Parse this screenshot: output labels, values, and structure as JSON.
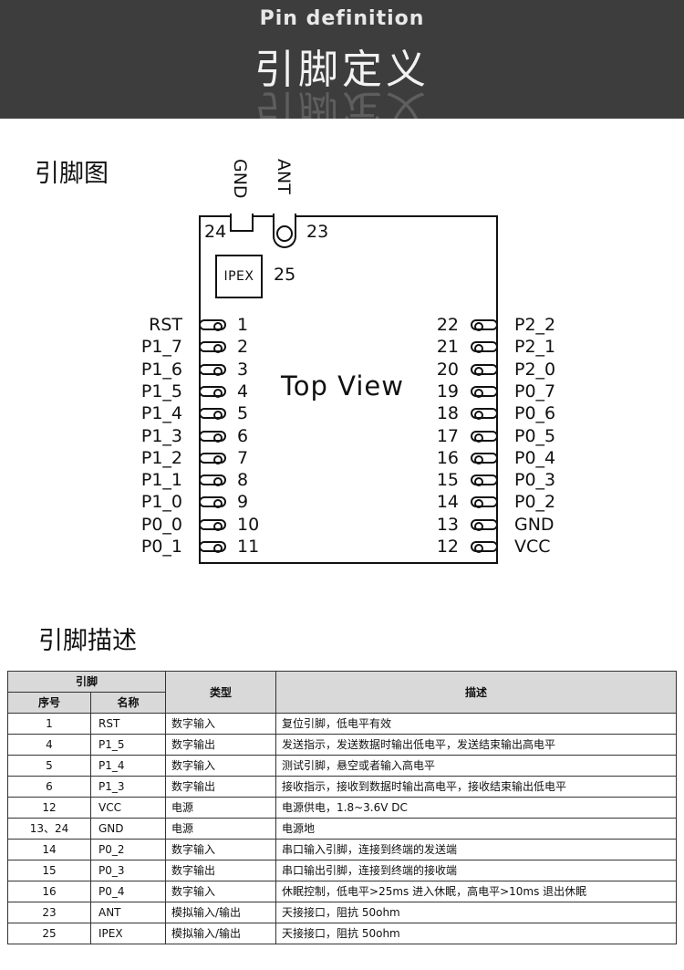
{
  "header": {
    "title_en": "Pin definition",
    "title_cn": "引脚定义"
  },
  "diagram": {
    "section_title": "引脚图",
    "center_label": "Top View",
    "ipex_box_label": "IPEX",
    "top_pins": [
      {
        "label": "GND",
        "number": "24"
      },
      {
        "label": "ANT",
        "number": "23"
      }
    ],
    "ipex_number": "25",
    "left_pins": [
      {
        "label": "RST",
        "number": "1"
      },
      {
        "label": "P1_7",
        "number": "2"
      },
      {
        "label": "P1_6",
        "number": "3"
      },
      {
        "label": "P1_5",
        "number": "4"
      },
      {
        "label": "P1_4",
        "number": "5"
      },
      {
        "label": "P1_3",
        "number": "6"
      },
      {
        "label": "P1_2",
        "number": "7"
      },
      {
        "label": "P1_1",
        "number": "8"
      },
      {
        "label": "P1_0",
        "number": "9"
      },
      {
        "label": "P0_0",
        "number": "10"
      },
      {
        "label": "P0_1",
        "number": "11"
      }
    ],
    "right_pins": [
      {
        "label": "P2_2",
        "number": "22"
      },
      {
        "label": "P2_1",
        "number": "21"
      },
      {
        "label": "P2_0",
        "number": "20"
      },
      {
        "label": "P0_7",
        "number": "19"
      },
      {
        "label": "P0_6",
        "number": "18"
      },
      {
        "label": "P0_5",
        "number": "17"
      },
      {
        "label": "P0_4",
        "number": "16"
      },
      {
        "label": "P0_3",
        "number": "15"
      },
      {
        "label": "P0_2",
        "number": "14"
      },
      {
        "label": "GND",
        "number": "13"
      },
      {
        "label": "VCC",
        "number": "12"
      }
    ]
  },
  "table": {
    "section_title": "引脚描述",
    "header_group": "引脚",
    "col_no": "序号",
    "col_name": "名称",
    "col_type": "类型",
    "col_desc": "描述",
    "rows": [
      {
        "no": "1",
        "name": "RST",
        "type": "数字输入",
        "desc": "复位引脚，低电平有效"
      },
      {
        "no": "4",
        "name": "P1_5",
        "type": "数字输出",
        "desc": "发送指示，发送数据时输出低电平，发送结束输出高电平"
      },
      {
        "no": "5",
        "name": "P1_4",
        "type": "数字输入",
        "desc": "测试引脚，悬空或者输入高电平"
      },
      {
        "no": "6",
        "name": "P1_3",
        "type": "数字输出",
        "desc": "接收指示，接收到数据时输出高电平，接收结束输出低电平"
      },
      {
        "no": "12",
        "name": "VCC",
        "type": "电源",
        "desc": "电源供电，1.8~3.6V DC"
      },
      {
        "no": "13、24",
        "name": "GND",
        "type": "电源",
        "desc": "电源地"
      },
      {
        "no": "14",
        "name": "P0_2",
        "type": "数字输入",
        "desc": "串口输入引脚，连接到终端的发送端"
      },
      {
        "no": "15",
        "name": "P0_3",
        "type": "数字输出",
        "desc": "串口输出引脚，连接到终端的接收端"
      },
      {
        "no": "16",
        "name": "P0_4",
        "type": "数字输入",
        "desc": "休眠控制，低电平>25ms 进入休眠，高电平>10ms 退出休眠"
      },
      {
        "no": "23",
        "name": "ANT",
        "type": "模拟输入/输出",
        "desc": "天接接口，阻抗 50ohm"
      },
      {
        "no": "25",
        "name": "IPEX",
        "type": "模拟输入/输出",
        "desc": "天接接口，阻抗 50ohm"
      }
    ]
  }
}
